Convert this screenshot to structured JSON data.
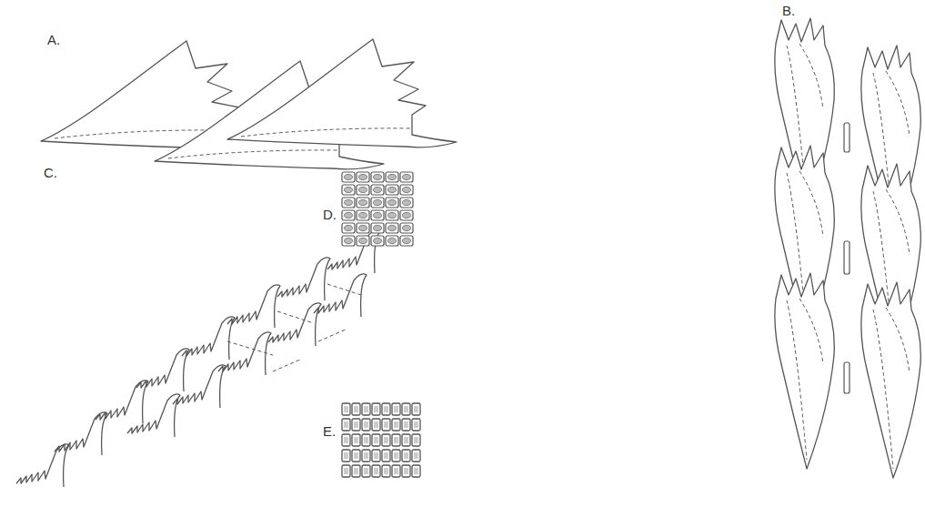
{
  "diagram": {
    "labels": [
      "A.",
      "B.",
      "C.",
      "D.",
      "E."
    ]
  }
}
